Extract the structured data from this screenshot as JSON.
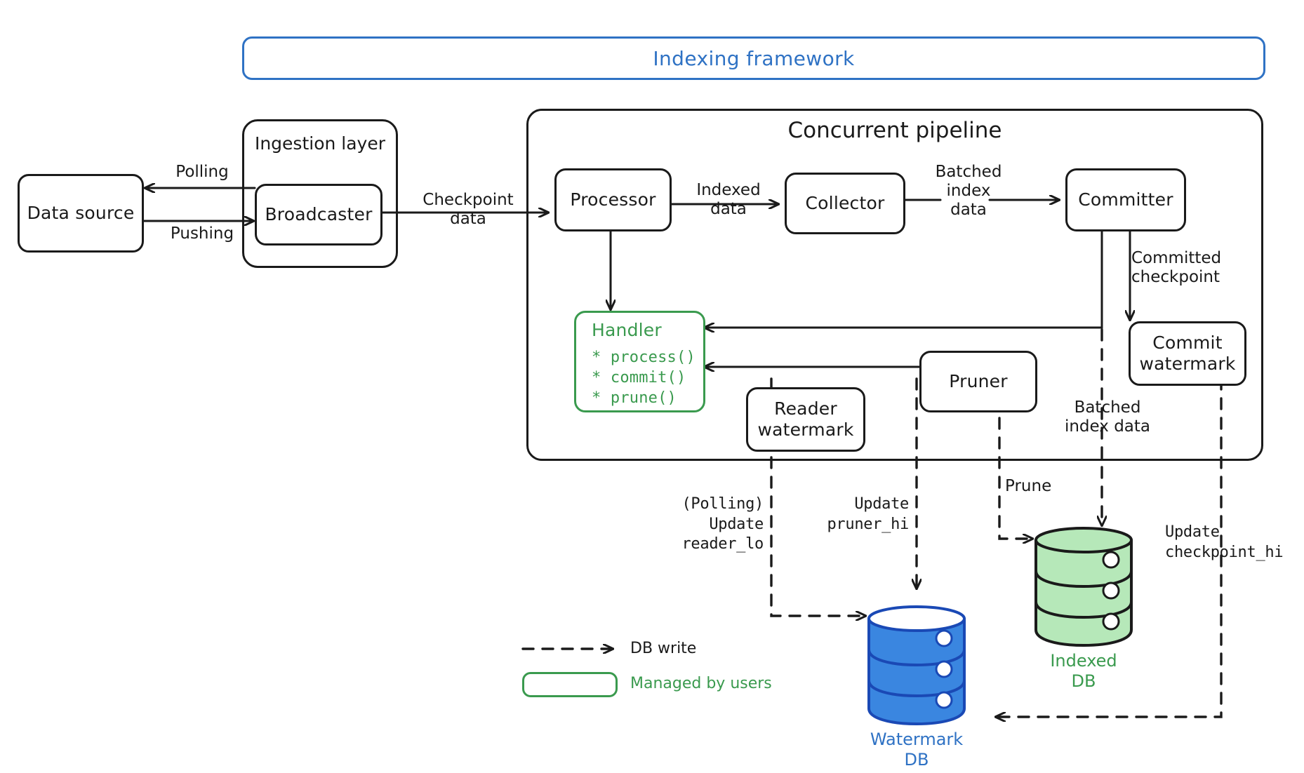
{
  "banner": {
    "title": "Indexing framework",
    "color": "#2f72c4"
  },
  "groups": [
    {
      "id": "ingestion",
      "title": "Ingestion layer"
    },
    {
      "id": "pipeline",
      "title": "Concurrent pipeline"
    }
  ],
  "nodes": {
    "data_source": "Data source",
    "broadcaster": "Broadcaster",
    "processor": "Processor",
    "collector": "Collector",
    "committer": "Committer",
    "commit_watermark": "Commit\nwatermark",
    "reader_watermark": "Reader\nwatermark",
    "pruner": "Pruner"
  },
  "handler": {
    "title": "Handler",
    "color": "#3a9a4e",
    "methods": [
      "* process()",
      "* commit()",
      "* prune()"
    ]
  },
  "edge_labels": {
    "polling": "Polling",
    "pushing": "Pushing",
    "checkpoint_data": "Checkpoint\ndata",
    "indexed_data": "Indexed\ndata",
    "batched_index_data_top": "Batched\nindex\ndata",
    "committed_checkpoint": "Committed\ncheckpoint",
    "batched_index_data_bottom": "Batched\nindex data",
    "prune": "Prune",
    "update_reader_lo": "(Polling)\nUpdate\nreader_lo",
    "update_pruner_hi": "Update\npruner_hi",
    "update_checkpoint_hi": "Update\ncheckpoint_hi"
  },
  "databases": [
    {
      "id": "watermark-db",
      "label": "Watermark\nDB",
      "color": "#2f72c4",
      "fill": "#3a86e0"
    },
    {
      "id": "indexed-db",
      "label": "Indexed\nDB",
      "color": "#3a9a4e",
      "fill": "#b6e8b9"
    }
  ],
  "legend": {
    "db_write": "DB write",
    "managed_by_users": "Managed by users",
    "managed_color": "#3a9a4e"
  }
}
